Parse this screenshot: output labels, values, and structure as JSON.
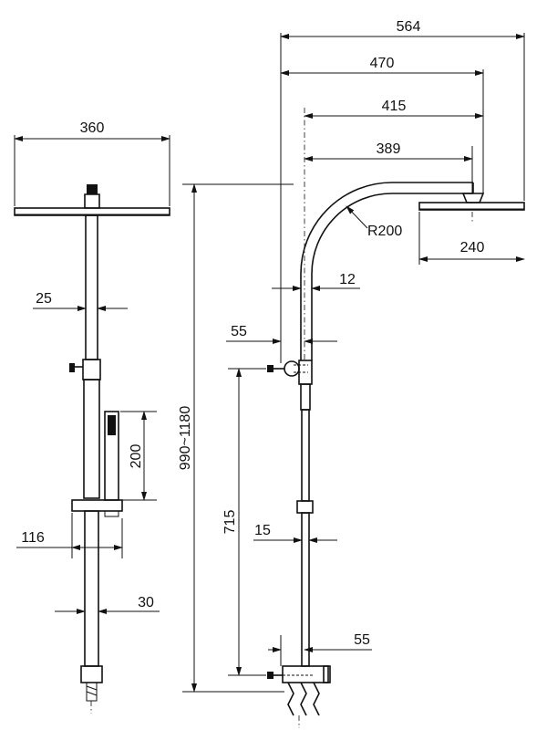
{
  "dimensions": {
    "left_head_width": "360",
    "left_pipe_diameter": "25",
    "handset_height": "200",
    "total_height": "990~1180",
    "holder_width": "116",
    "lower_pipe_diameter": "30",
    "overall_projection": "564",
    "arm_projection_outer": "470",
    "arm_projection_inner": "415",
    "arm_projection_head": "389",
    "bend_radius": "R200",
    "right_head_width": "240",
    "arm_pipe_diameter": "12",
    "diverter_offset": "55",
    "mixer_to_diverter": "715",
    "slider_pipe_diameter": "15",
    "mixer_offset": "55"
  }
}
